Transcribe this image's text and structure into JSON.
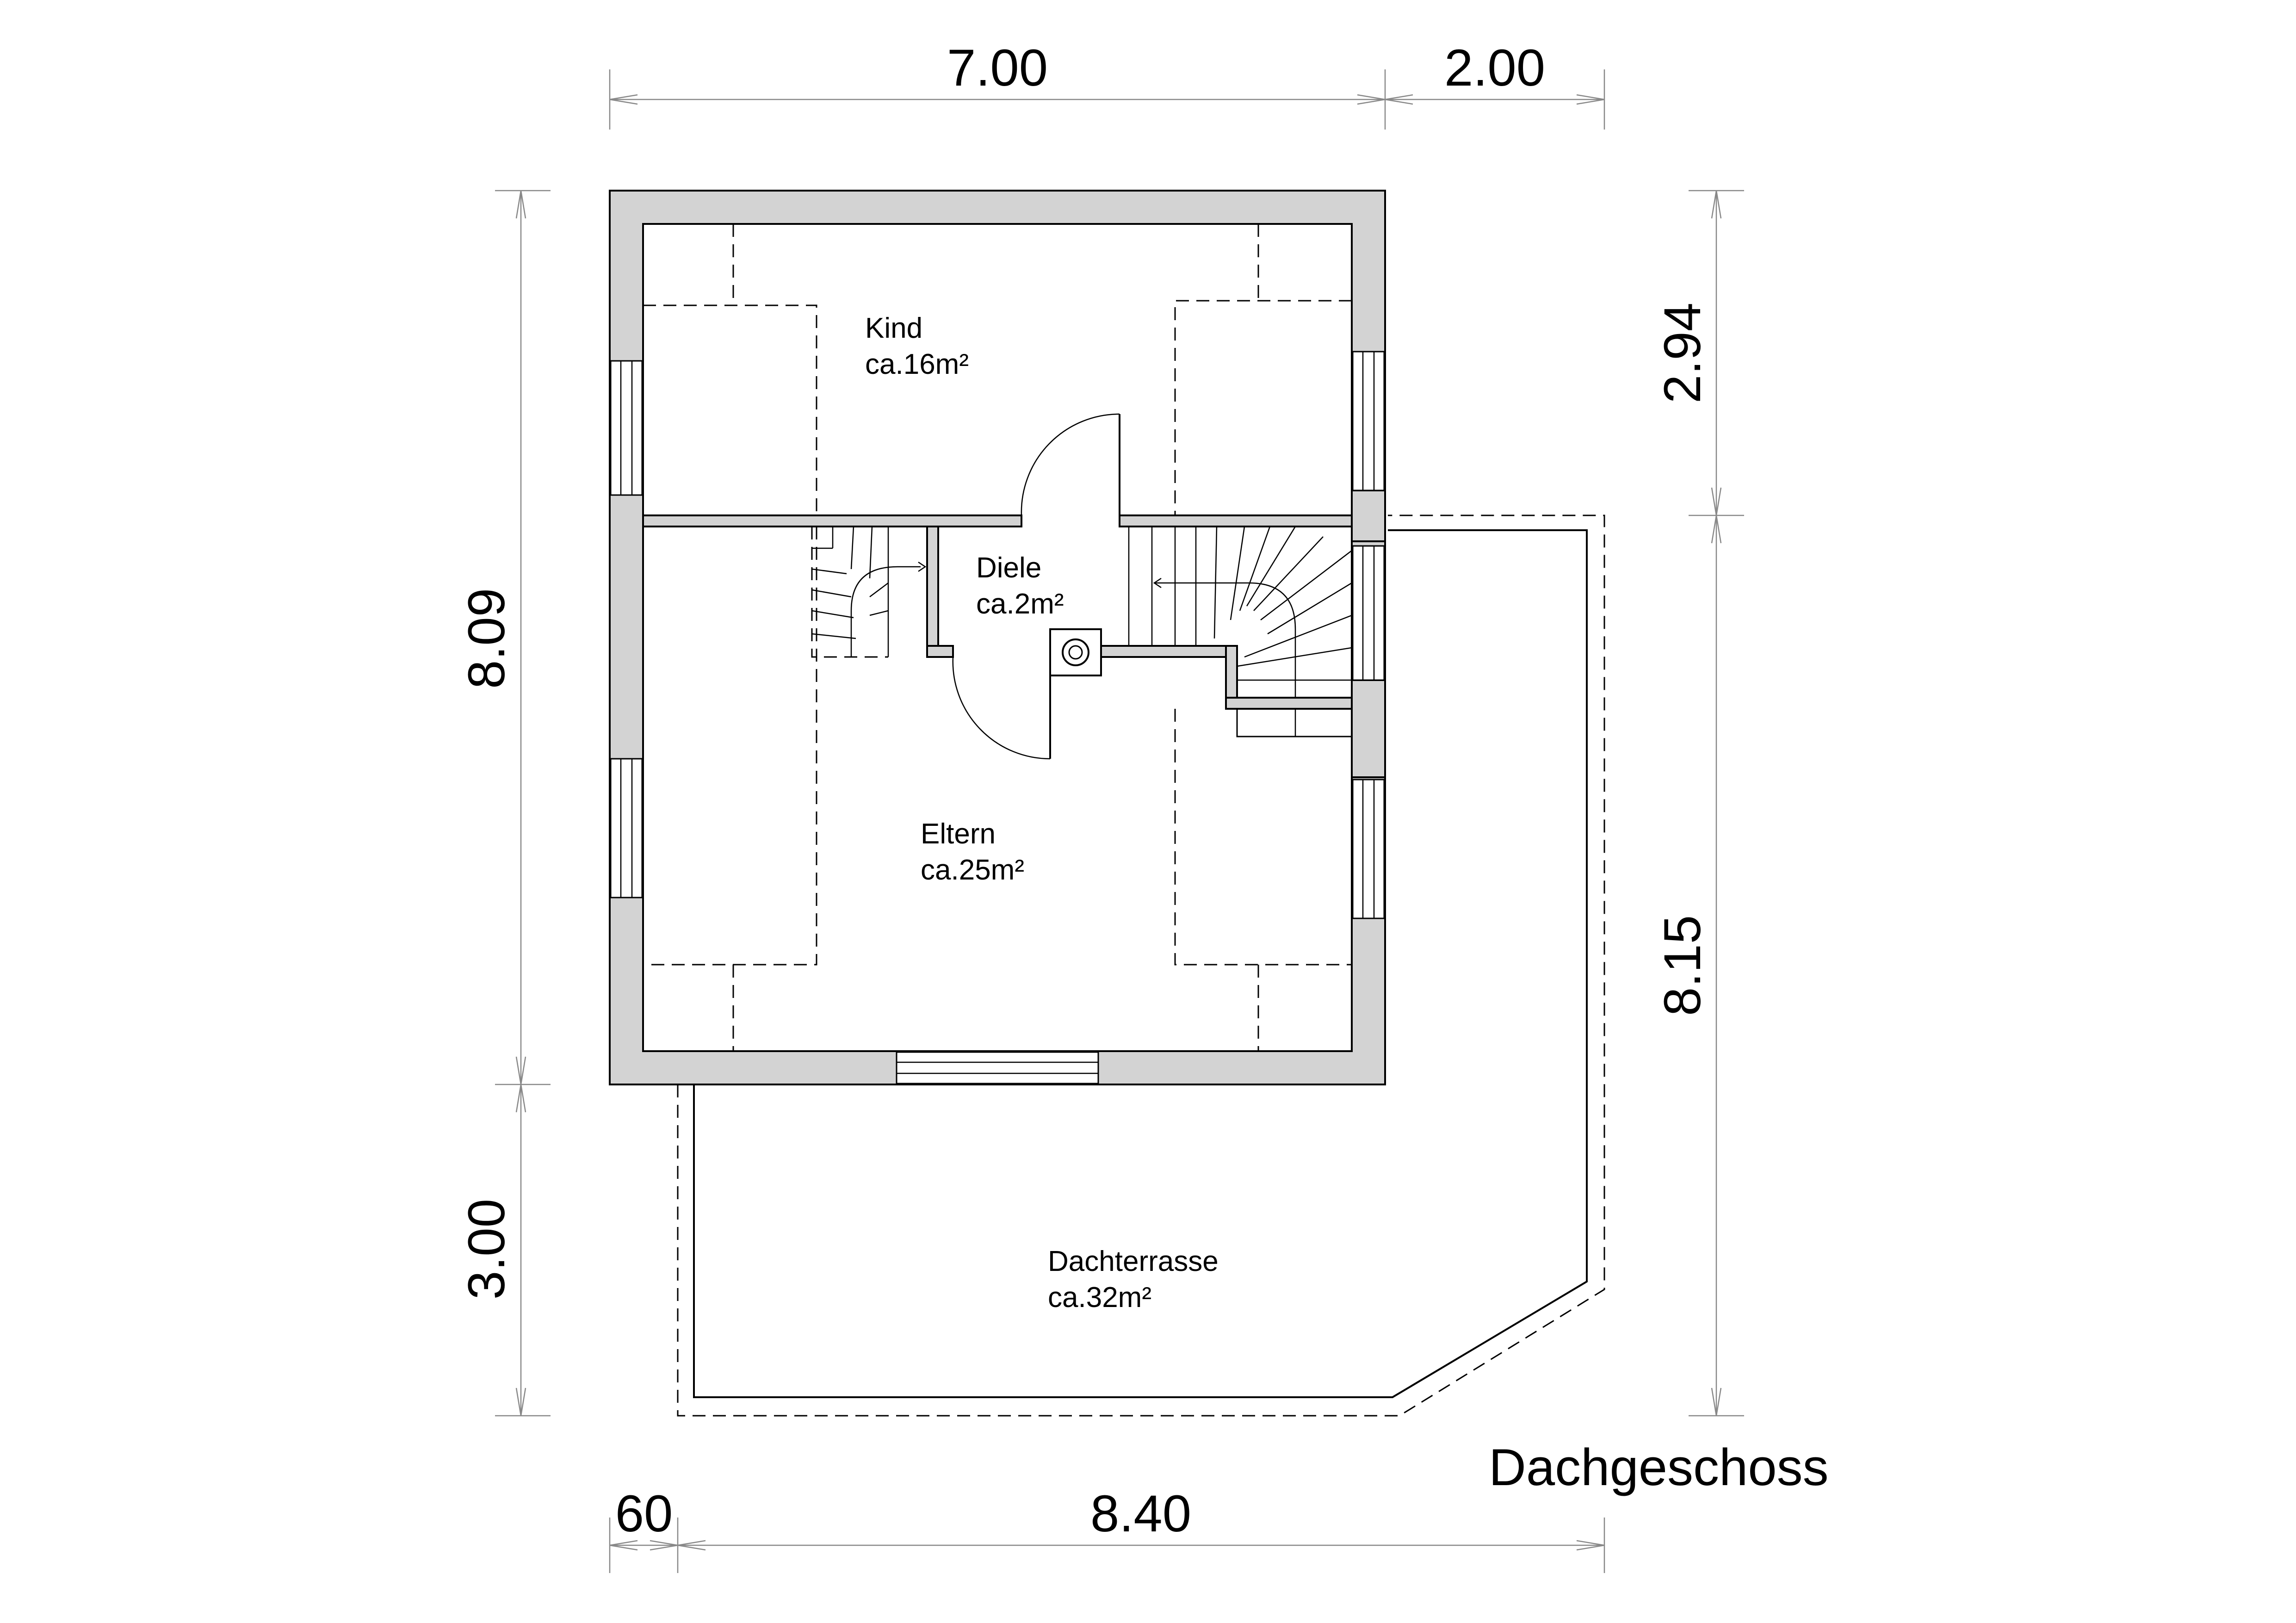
{
  "title": "Dachgeschoss",
  "rooms": {
    "kind": {
      "name": "Kind",
      "area": "ca.16m²"
    },
    "diele": {
      "name": "Diele",
      "area": "ca.2m²"
    },
    "eltern": {
      "name": "Eltern",
      "area": "ca.25m²"
    },
    "dachterrasse": {
      "name": "Dachterrasse",
      "area": "ca.32m²"
    }
  },
  "dimensions": {
    "top_left": "7.00",
    "top_right": "2.00",
    "left_upper": "8.09",
    "left_lower": "3.00",
    "right_upper": "2.94",
    "right_lower": "8.15",
    "bottom_left": "60",
    "bottom_right": "8.40"
  },
  "colors": {
    "wall_fill": "#d3d3d3",
    "line": "#000000",
    "dimension_line": "#888888"
  }
}
